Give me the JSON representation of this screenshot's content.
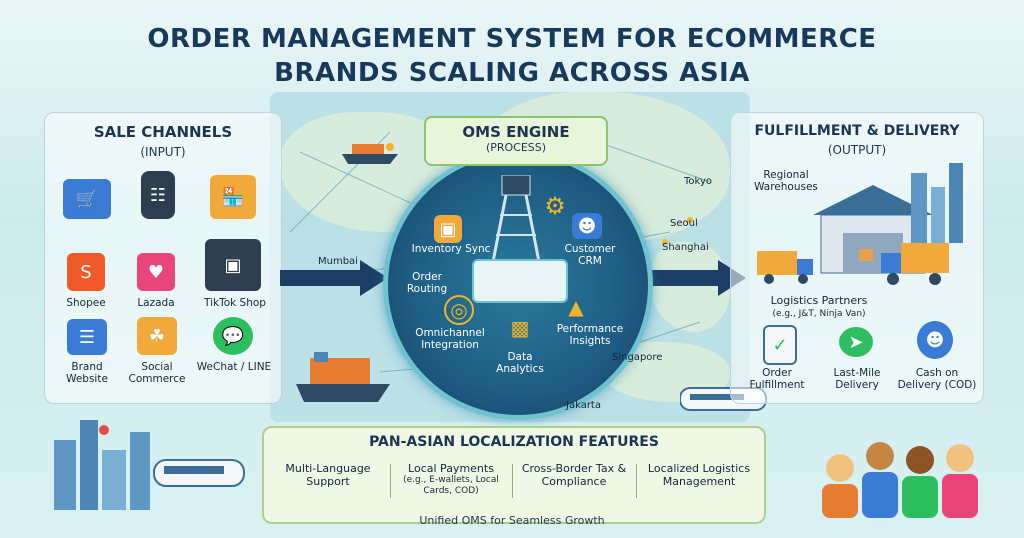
{
  "title": {
    "line1": "ORDER MANAGEMENT SYSTEM FOR ECOMMERCE",
    "line2": "BRANDS SCALING ACROSS ASIA"
  },
  "input": {
    "title": "SALE CHANNELS",
    "subtitle": "(INPUT)",
    "channels": [
      {
        "label": "Shopee",
        "icon": "shopping-bag-icon",
        "color": "#f05a28"
      },
      {
        "label": "Lazada",
        "icon": "heart-icon",
        "color": "#e9457a"
      },
      {
        "label": "TikTok Shop",
        "icon": "laptop-icon",
        "color": "#2c3e50"
      },
      {
        "label": "Brand Website",
        "icon": "browser-icon",
        "color": "#3a7bd5"
      },
      {
        "label": "Social Commerce",
        "icon": "store-icon",
        "color": "#f2a93b"
      },
      {
        "label": "WeChat / LINE",
        "icon": "chat-icon",
        "color": "#2dbe60"
      }
    ]
  },
  "engine": {
    "title": "OMS ENGINE",
    "subtitle": "(PROCESS)",
    "features": [
      {
        "label": "Inventory Sync",
        "icon": "box-icon"
      },
      {
        "label": "Order Routing",
        "icon": "route-icon"
      },
      {
        "label": "Customer CRM",
        "icon": "users-icon"
      },
      {
        "label": "Omnichannel Integration",
        "icon": "network-icon"
      },
      {
        "label": "Data Analytics",
        "icon": "bar-chart-icon"
      },
      {
        "label": "Performance Insights",
        "icon": "trend-icon"
      }
    ]
  },
  "cities": [
    "Tokyo",
    "Seoul",
    "Shanghai",
    "Mumbai",
    "Singapore",
    "Jakarta"
  ],
  "output": {
    "title": "FULFILLMENT & DELIVERY",
    "subtitle": "(OUTPUT)",
    "warehouses": "Regional Warehouses",
    "logistics": "Logistics Partners",
    "logistics_sub": "(e.g., J&T, Ninja Van)",
    "steps": [
      {
        "label": "Order Fulfillment",
        "icon": "clipboard-check-icon"
      },
      {
        "label": "Last-Mile Delivery",
        "icon": "scooter-icon"
      },
      {
        "label": "Cash on Delivery (COD)",
        "icon": "courier-icon"
      }
    ]
  },
  "localization": {
    "title": "PAN-ASIAN LOCALIZATION FEATURES",
    "items": [
      {
        "label": "Multi-Language Support"
      },
      {
        "label": "Local Payments",
        "sub": "(e.g., E-wallets, Local Cards, COD)"
      },
      {
        "label": "Cross-Border Tax & Compliance"
      },
      {
        "label": "Localized Logistics Management"
      }
    ]
  },
  "footer": "Unified OMS for Seamless Growth",
  "colors": {
    "title": "#173a5c",
    "arrow": "#1d3f66",
    "engine": "#1f5f86",
    "accent_green": "#8cc56d"
  }
}
